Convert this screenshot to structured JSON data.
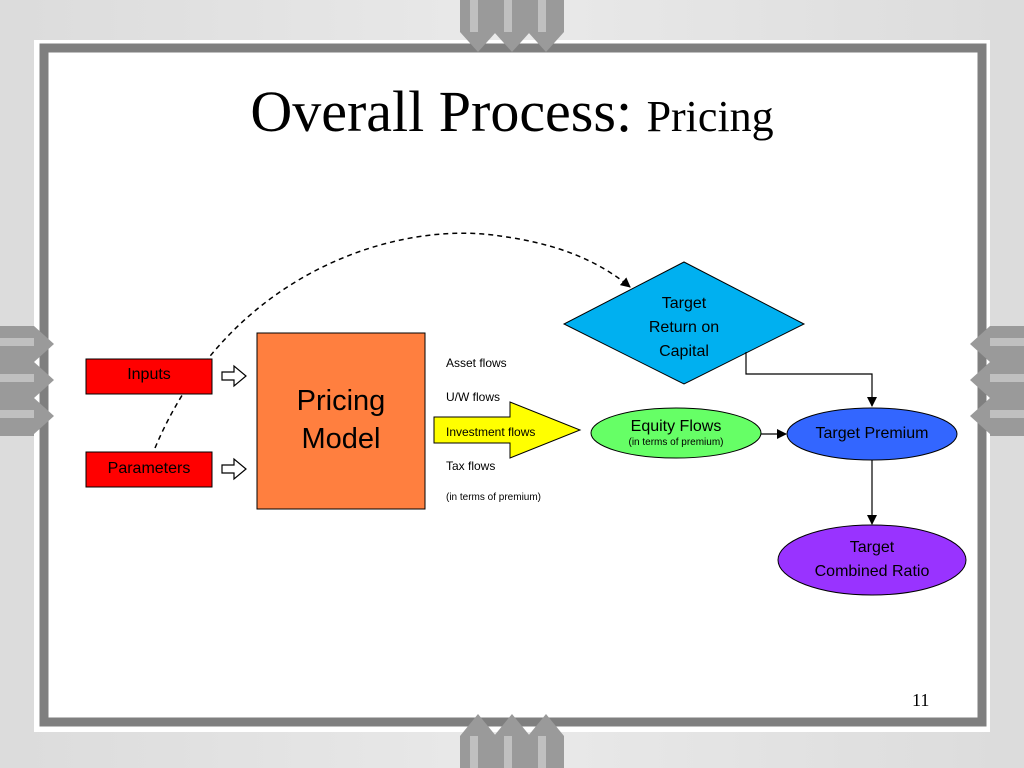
{
  "slide": {
    "title_main": "Overall Process: ",
    "title_sub": "Pricing",
    "page_number": "11"
  },
  "diagram": {
    "inputs": "Inputs",
    "parameters": "Parameters",
    "pricing_model": [
      "Pricing",
      "Model"
    ],
    "flows": {
      "asset": "Asset flows",
      "uw": "U/W flows",
      "investment": "Investment flows",
      "tax": "Tax flows",
      "note": "(in terms of premium)"
    },
    "target_return": [
      "Target",
      "Return on",
      "Capital"
    ],
    "equity_flows": {
      "label": "Equity Flows",
      "note": "(in terms of premium)"
    },
    "target_premium": "Target Premium",
    "target_combined_ratio": [
      "Target",
      "Combined Ratio"
    ]
  },
  "colors": {
    "frame": "#808080",
    "red_box": "#ff0000",
    "pricing_model": "#ff7f3f",
    "diamond": "#00b0f0",
    "equity_flows": "#66ff66",
    "target_premium": "#3366ff",
    "combined_ratio": "#9933ff",
    "investment_arrow": "#ffff00"
  }
}
